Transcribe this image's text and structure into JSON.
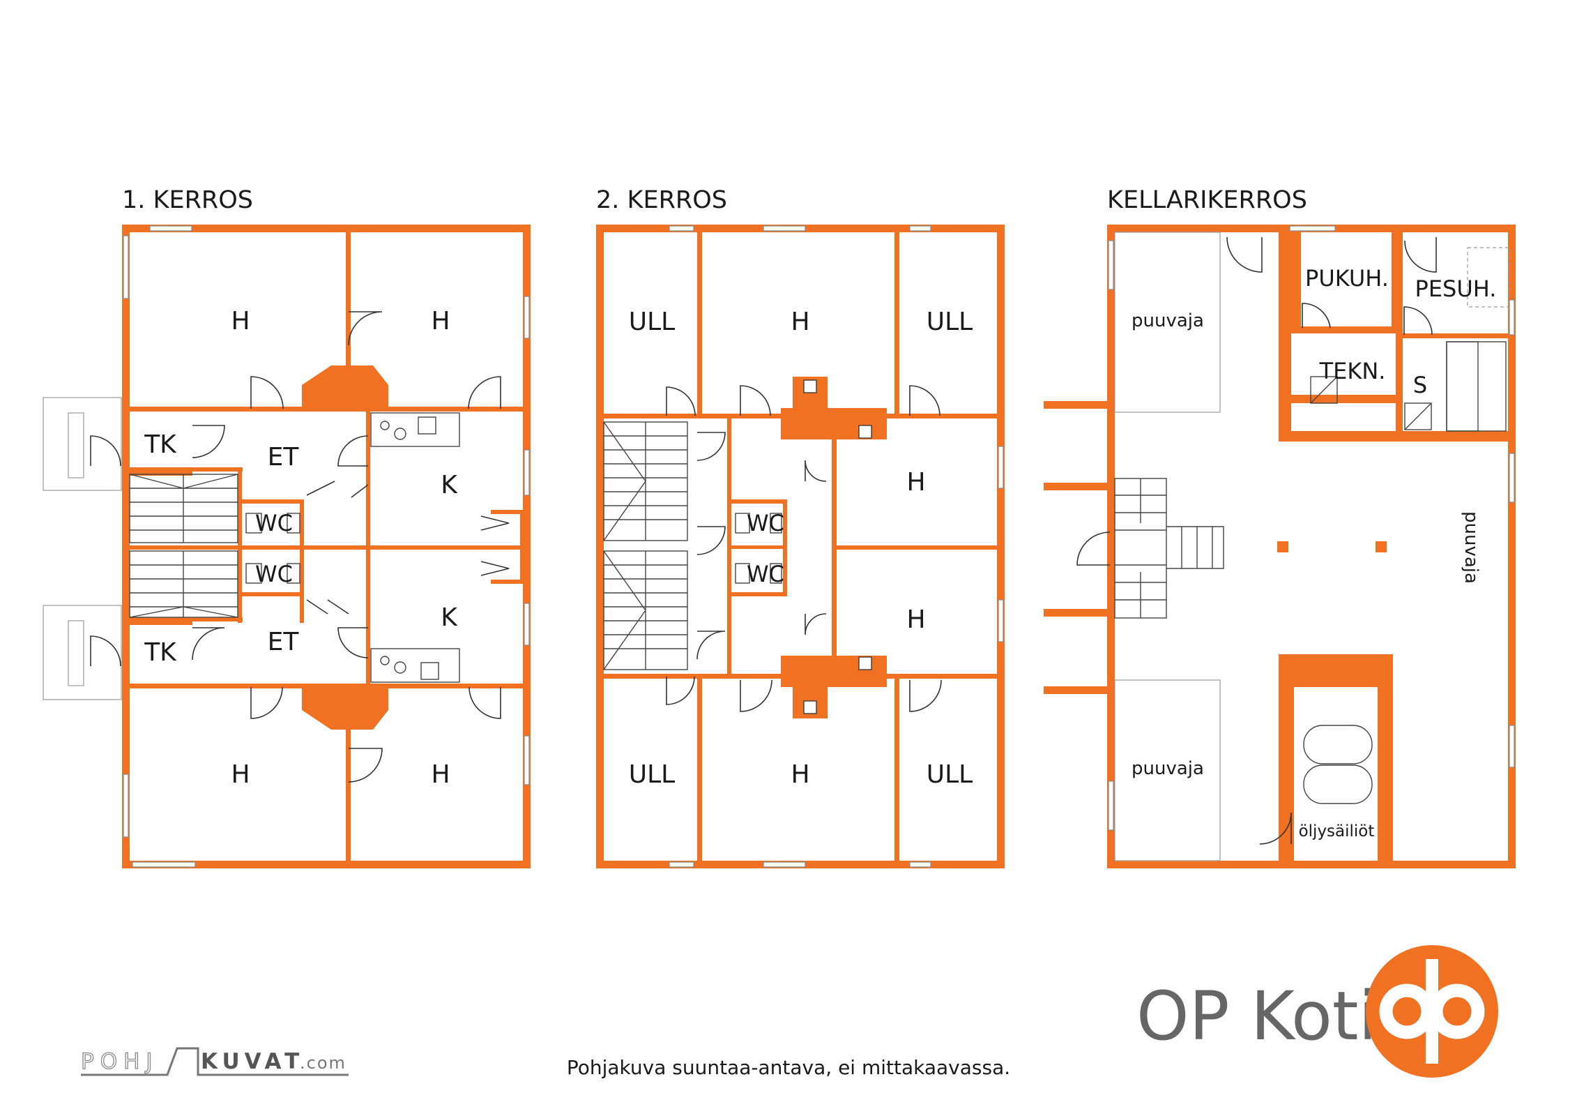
{
  "floors": [
    {
      "title": "1. KERROS",
      "rooms": {
        "h1": "H",
        "h2": "H",
        "h3": "H",
        "h4": "H",
        "tk1": "TK",
        "tk2": "TK",
        "et1": "ET",
        "et2": "ET",
        "k1": "K",
        "k2": "K",
        "wc1": "WC",
        "wc2": "WC"
      }
    },
    {
      "title": "2. KERROS",
      "rooms": {
        "ull1": "ULL",
        "ull2": "ULL",
        "ull3": "ULL",
        "ull4": "ULL",
        "h1": "H",
        "h2": "H",
        "h3": "H",
        "h4": "H",
        "wc1": "WC",
        "wc2": "WC"
      }
    },
    {
      "title": "KELLARIKERROS",
      "rooms": {
        "puuvaja1": "puuvaja",
        "puuvaja2": "puuvaja",
        "puuvaja3": "puuvaja",
        "pukuh": "PUKUH.",
        "pesuh": "PESUH.",
        "tekn": "TEKN.",
        "s": "S",
        "oljy": "öljysäiliöt"
      }
    }
  ],
  "note": "Pohjakuva suuntaa-antava, ei mittakaavassa.",
  "brand": {
    "name": "OP Koti",
    "logo": "op-logo-icon"
  },
  "watermark": {
    "part1": "POHJ",
    "part2": "KUVAT",
    "part3": ".com"
  },
  "colors": {
    "wall": "#f07122",
    "text": "#1a1a1a",
    "brand_text": "#666666",
    "logo": "#f07122"
  }
}
